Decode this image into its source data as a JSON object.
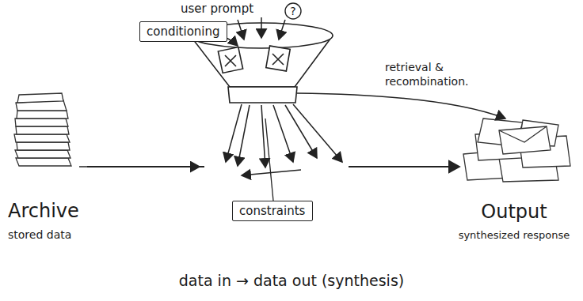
{
  "diagram": {
    "caption": "data in → data out (synthesis)",
    "nodes": [
      {
        "text": [
          "conditioning"
        ]
      },
      {
        "text": [
          "?"
        ]
      },
      {
        "text": [
          "Archive",
          "stored data"
        ]
      },
      {
        "text": [
          "constraints"
        ]
      },
      {
        "text": [
          "Output",
          "synthesized response"
        ]
      }
    ],
    "edges": [
      {
        "from": 2,
        "to": 4,
        "arrow": "to"
      }
    ],
    "labels": [
      "user prompt",
      "retrieval & recombination."
    ]
  }
}
